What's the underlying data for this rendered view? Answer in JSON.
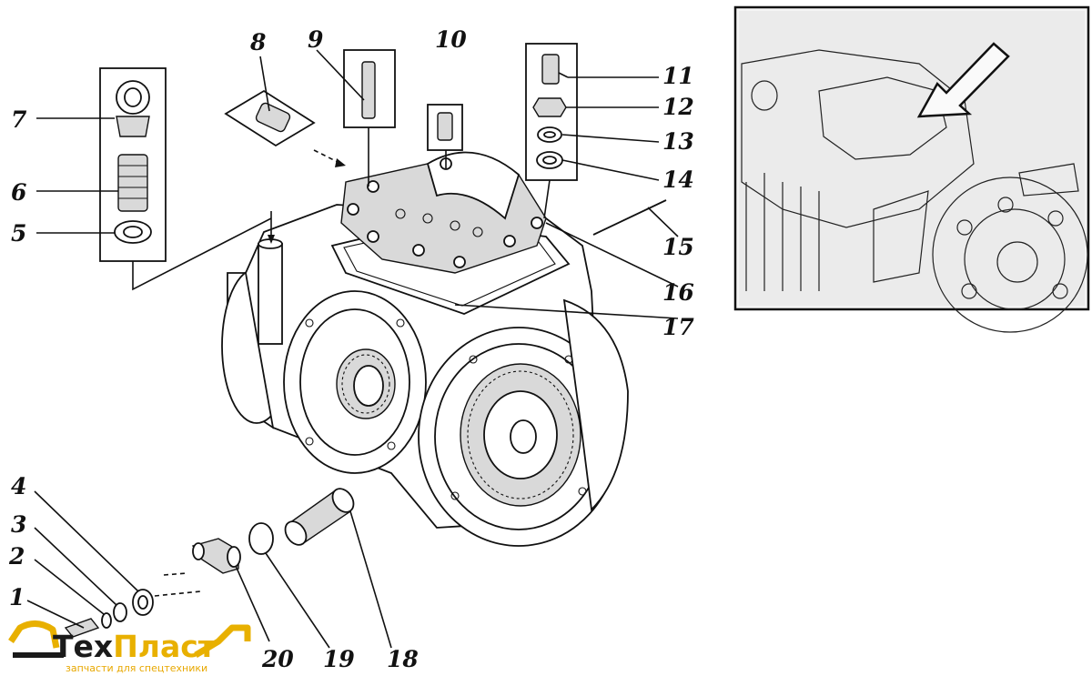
{
  "part_numbers": {
    "p1": "1",
    "p2": "2",
    "p3": "3",
    "p4": "4",
    "p5": "5",
    "p6": "6",
    "p7": "7",
    "p8": "8",
    "p9": "9",
    "p10": "10",
    "p11": "11",
    "p12": "12",
    "p13": "13",
    "p14": "14",
    "p15": "15",
    "p16": "16",
    "p17": "17",
    "p18": "18",
    "p19": "19",
    "p20": "20"
  },
  "logo": {
    "part_a": "Тех",
    "part_b": "Пласт",
    "tagline": "запчасти для спецтехники"
  },
  "colors": {
    "line": "#111111",
    "logo_yellow": "#e8b000",
    "logo_dark": "#1a1a1a"
  }
}
